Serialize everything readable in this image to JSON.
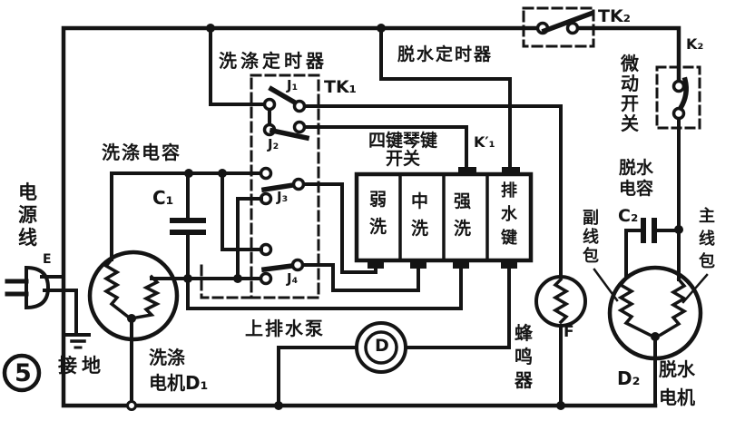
{
  "figure": {
    "number": "5"
  },
  "colors": {
    "ink": "#141414",
    "paper": "#ffffff"
  },
  "labels": {
    "power_cord": "电\n源\n线",
    "plug_e": "E",
    "ground": "接地",
    "wash_capacitor": "洗涤电容",
    "c1": "C₁",
    "wash_timer": "洗涤定时器",
    "tk1": "TK₁",
    "j1": "J₁",
    "j2": "J₂",
    "j3": "J₃",
    "j4": "J₄",
    "dehydration_timer": "脱水定时器",
    "tk2": "TK₂",
    "k2": "K₂",
    "micro_switch": "微\n动\n开\n关",
    "four_key_switch": "四键琴键\n开关",
    "k1": "K′₁",
    "key_weak": "弱\n洗",
    "key_medium": "中\n洗",
    "key_strong": "强\n洗",
    "key_drain": "排\n水\n键",
    "drain_pump": "上排水泵",
    "pump_d": "D",
    "wash_motor": "洗涤\n电机D₁",
    "buzzer": "蜂\n鸣\n器",
    "f": "F",
    "dehydration_capacitor": "脱水\n电容",
    "c2": "C₂",
    "sub_winding": "副\n线\n包",
    "main_winding": "主\n线\n包",
    "d2": "D₂",
    "dehydration_motor": "脱水\n电机"
  }
}
